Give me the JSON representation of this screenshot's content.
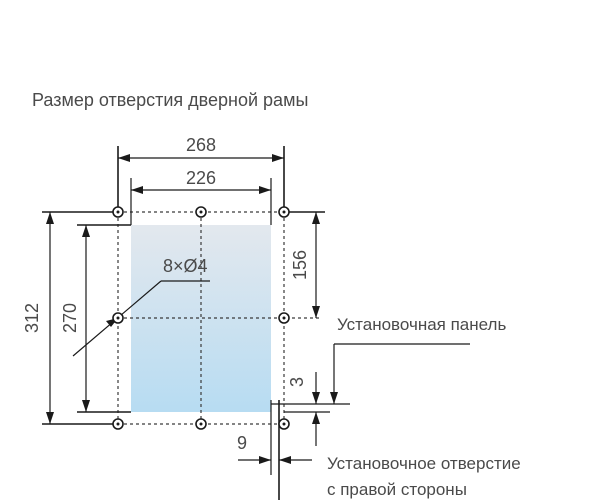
{
  "caption": "Размер отверстия дверной рамы",
  "dimensions": {
    "outer_width": "268",
    "inner_width": "226",
    "outer_height": "312",
    "inner_height": "270",
    "half_height": "156",
    "offset_vertical": "3",
    "offset_horizontal": "9",
    "holes": "8×Ø4"
  },
  "callouts": {
    "mounting_panel": "Установочная панель",
    "right_hole_line1": "Установочное отверстие",
    "right_hole_line2": "с правой стороны"
  },
  "colors": {
    "panel_top": "#e3e8ee",
    "panel_bottom": "#b7dcf2",
    "line": "#1a1a1a",
    "text": "#4a4a4a"
  }
}
